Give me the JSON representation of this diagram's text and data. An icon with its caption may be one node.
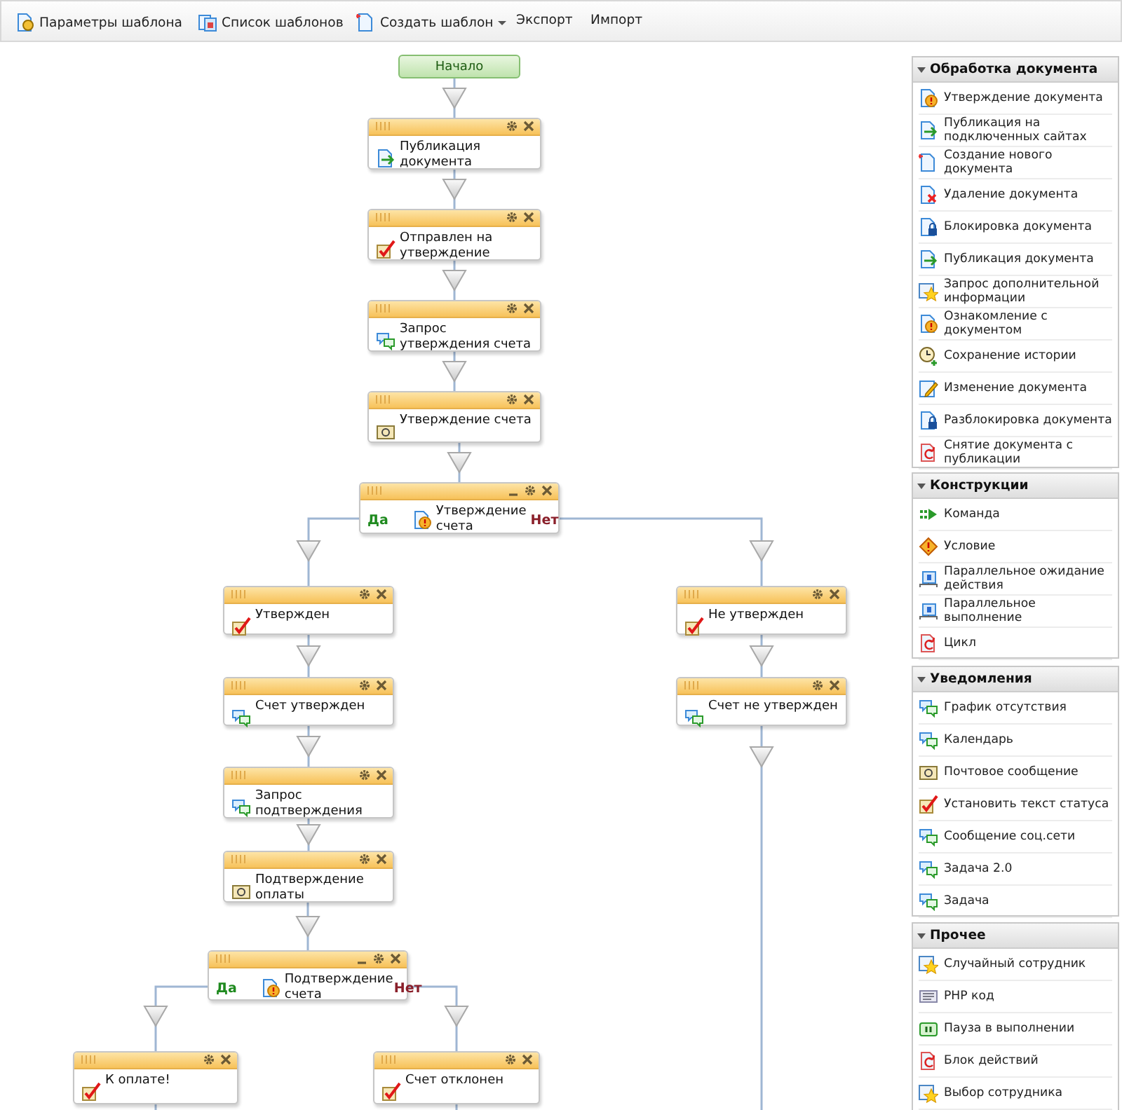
{
  "diagram": {
    "nodes": [
      {
        "text": [
          "Начало"
        ]
      },
      {
        "text": [
          "Публикация документа"
        ]
      },
      {
        "text": [
          "Отправлен на утверждение"
        ]
      },
      {
        "text": [
          "Запрос утверждения счета"
        ]
      },
      {
        "text": [
          "Утверждение счета"
        ]
      },
      {
        "text": [
          "Да",
          "Утверждение счета",
          "Нет"
        ]
      },
      {
        "text": [
          "Утвержден"
        ]
      },
      {
        "text": [
          "Не утвержден"
        ]
      },
      {
        "text": [
          "Счет утвержден"
        ]
      },
      {
        "text": [
          "Счет не утвержден"
        ]
      },
      {
        "text": [
          "Запрос подтверждения"
        ]
      },
      {
        "text": [
          "Подтверждение оплаты"
        ]
      },
      {
        "text": [
          "Да",
          "Подтверждение счета",
          "Нет"
        ]
      },
      {
        "text": [
          "К оплате!"
        ]
      },
      {
        "text": [
          "Счет отклонен"
        ]
      },
      {
        "text": [
          "Обработка документа",
          "Утверждение документа",
          "Публикация на подключенных сайтах",
          "Создание нового документа",
          "Удаление документа",
          "Блокировка документа",
          "Публикация документа",
          "Запрос дополнительной информации",
          "Ознакомление с документом",
          "Сохранение истории",
          "Изменение документа",
          "Разблокировка документа",
          "Снятие документа с публикации"
        ]
      },
      {
        "text": [
          "Конструкции",
          "Команда",
          "Условие",
          "Параллельное ожидание действия",
          "Параллельное выполнение",
          "Цикл"
        ]
      },
      {
        "text": [
          "Уведомления",
          "График отсутствия",
          "Календарь",
          "Почтовое сообщение",
          "Установить текст статуса",
          "Сообщение соц.сети",
          "Задача 2.0",
          "Задача"
        ]
      },
      {
        "text": [
          "Прочее",
          "Случайный сотрудник",
          "PHP код",
          "Пауза в выполнении",
          "Блок действий",
          "Выбор сотрудника"
        ]
      }
    ],
    "edges": [
      {
        "from": 0,
        "to": 1,
        "arrow": "to"
      },
      {
        "from": 1,
        "to": 2,
        "arrow": "to"
      },
      {
        "from": 2,
        "to": 3,
        "arrow": "to"
      },
      {
        "from": 3,
        "to": 4,
        "arrow": "to"
      },
      {
        "from": 4,
        "to": 5,
        "arrow": "to"
      },
      {
        "from": 5,
        "to": 6,
        "arrow": "to"
      },
      {
        "from": 5,
        "to": 7,
        "arrow": "to"
      },
      {
        "from": 6,
        "to": 8,
        "arrow": "to"
      },
      {
        "from": 7,
        "to": 9,
        "arrow": "to"
      },
      {
        "from": 8,
        "to": 10,
        "arrow": "to"
      },
      {
        "from": 10,
        "to": 11,
        "arrow": "to"
      },
      {
        "from": 11,
        "to": 12,
        "arrow": "to"
      },
      {
        "from": 12,
        "to": 13,
        "arrow": "to"
      },
      {
        "from": 12,
        "to": 14,
        "arrow": "to"
      },
      {
        "from": 9,
        "to": null,
        "arrow": "to"
      },
      {
        "from": 13,
        "to": null,
        "arrow": "none"
      },
      {
        "from": 14,
        "to": null,
        "arrow": "none"
      }
    ],
    "labels": [
      "Параметры шаблона",
      "Список шаблонов",
      "Создать шаблон",
      "Экспорт",
      "Импорт"
    ]
  }
}
